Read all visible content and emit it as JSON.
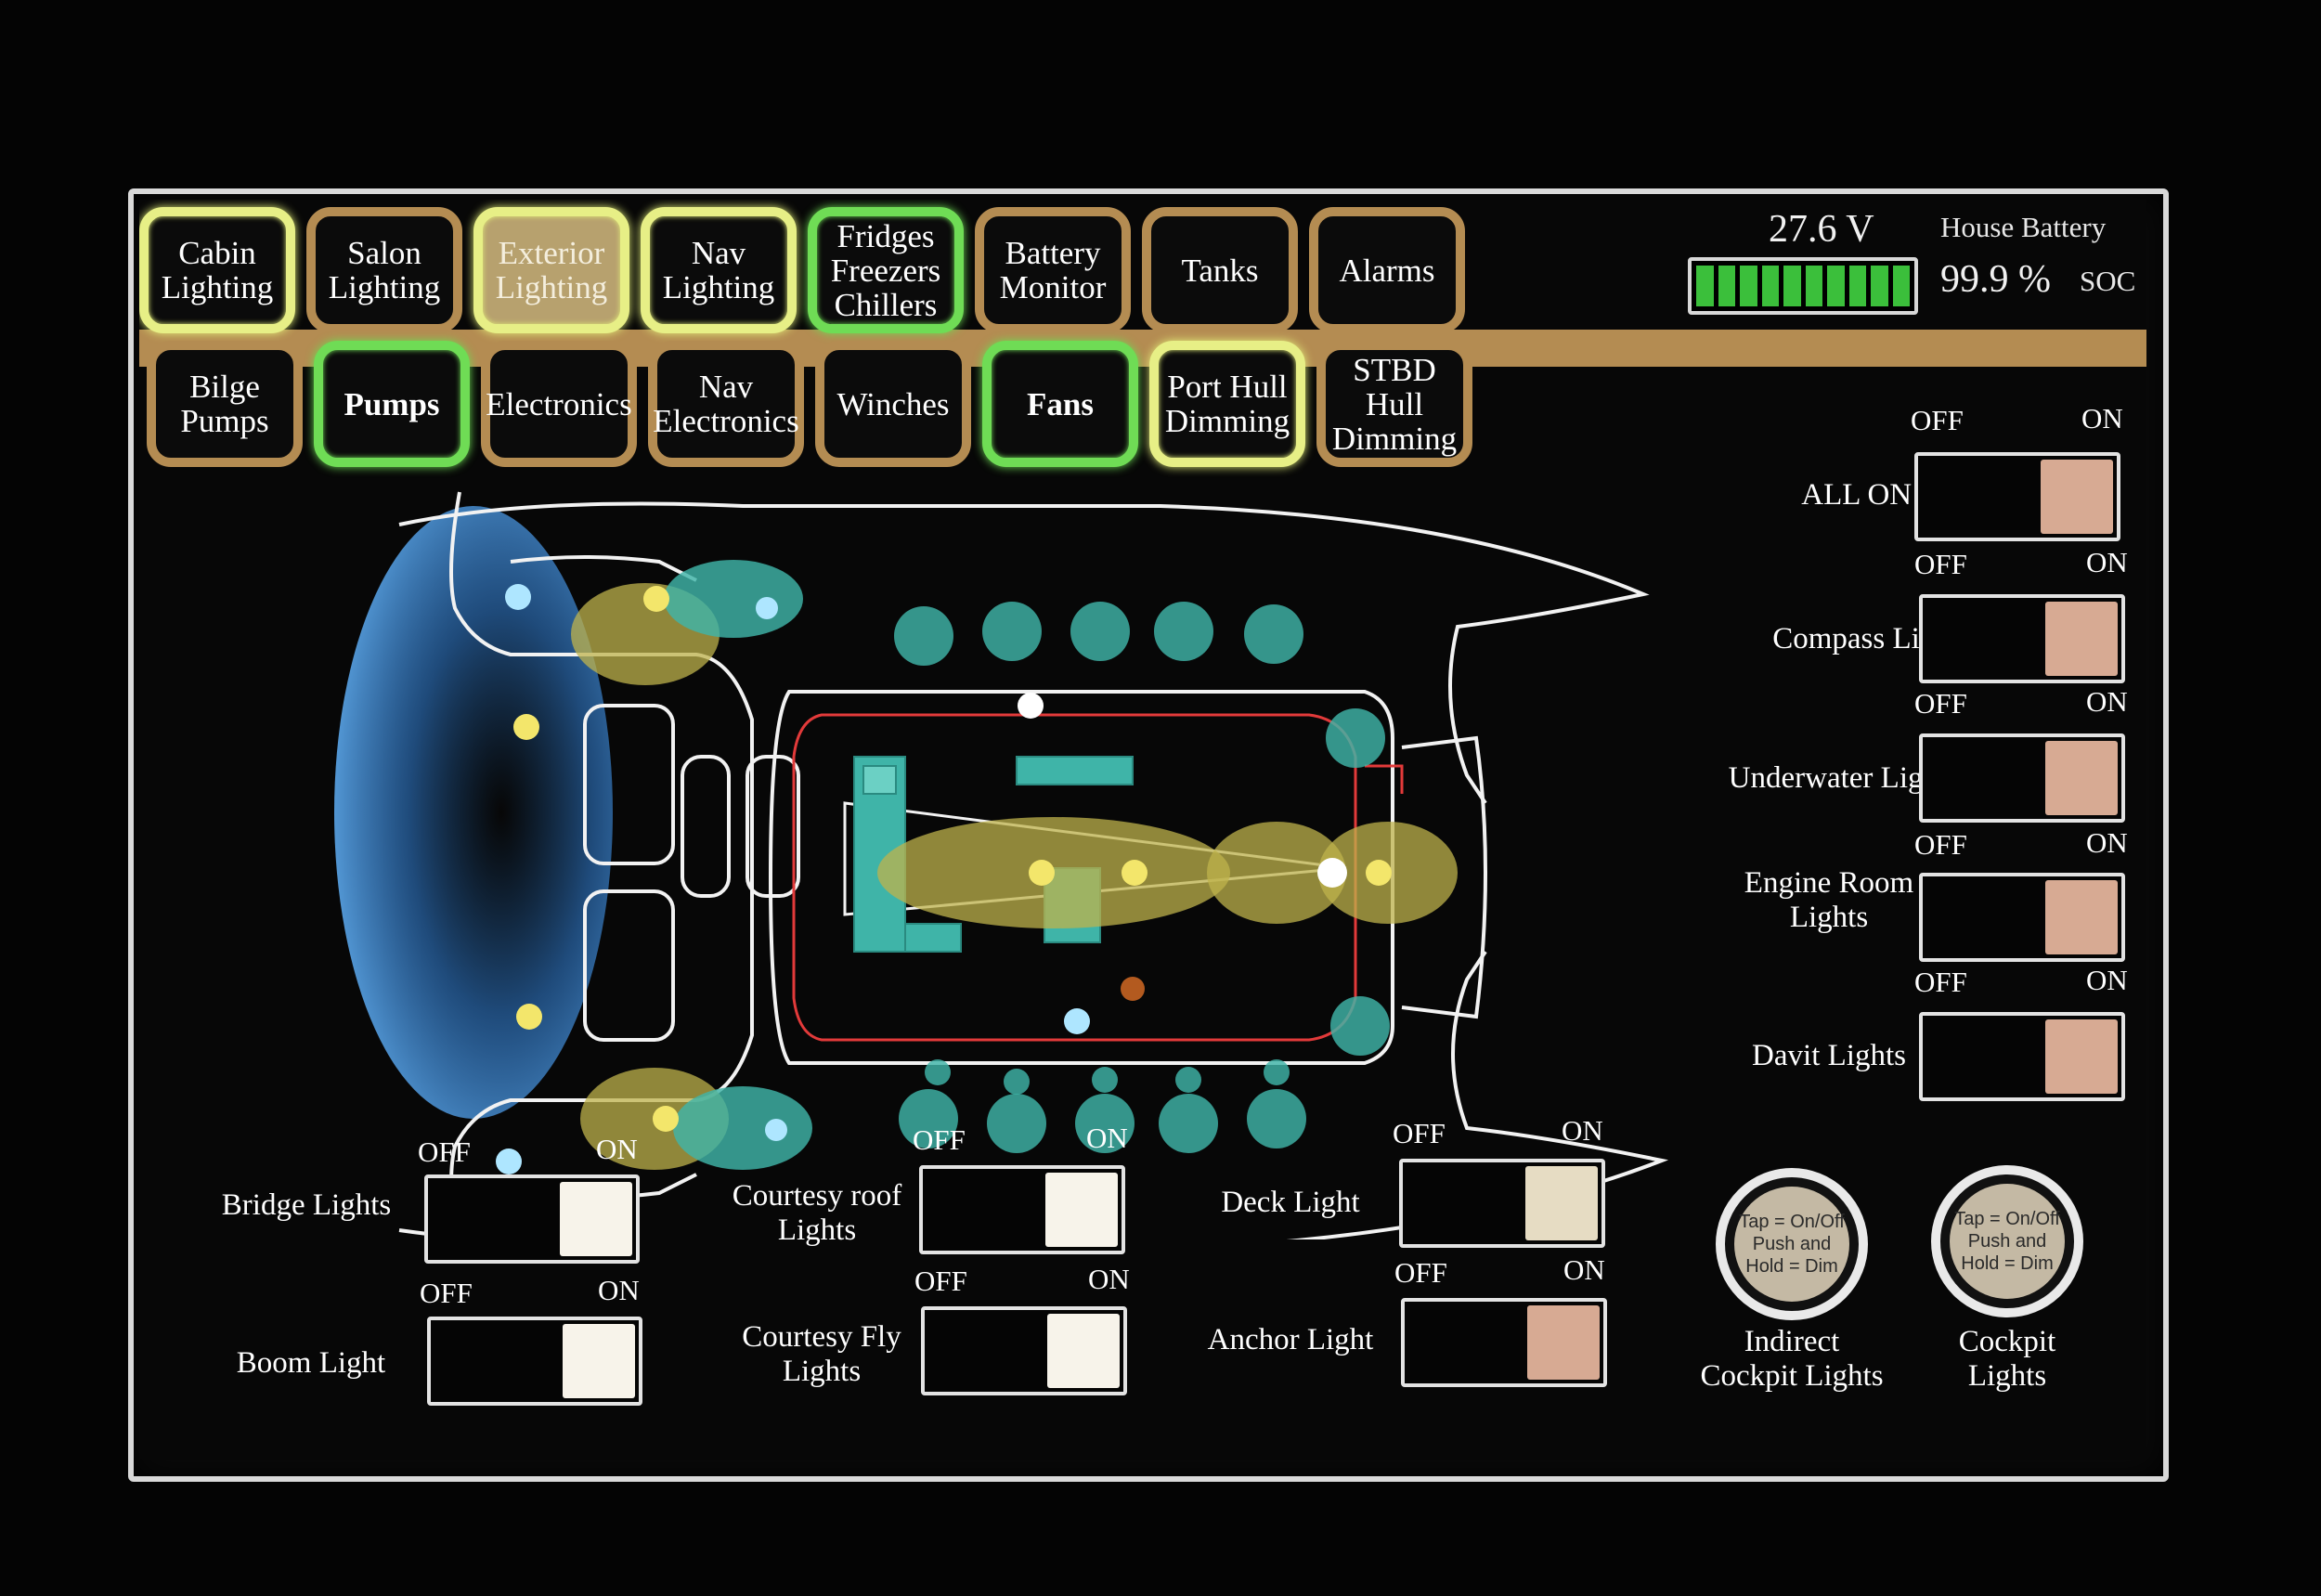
{
  "nav_row1": [
    {
      "label": "Cabin\nLighting",
      "state": "active-yellow"
    },
    {
      "label": "Salon\nLighting",
      "state": "normal"
    },
    {
      "label": "Exterior\nLighting",
      "state": "selected"
    },
    {
      "label": "Nav\nLighting",
      "state": "active-yellow"
    },
    {
      "label": "Fridges\nFreezers\nChillers",
      "state": "active-green"
    },
    {
      "label": "Battery\nMonitor",
      "state": "normal"
    },
    {
      "label": "Tanks",
      "state": "normal"
    },
    {
      "label": "Alarms",
      "state": "normal"
    }
  ],
  "nav_row2": [
    {
      "label": "Bilge\nPumps",
      "state": "normal"
    },
    {
      "label": "Pumps",
      "state": "active-green"
    },
    {
      "label": "Electronics",
      "state": "normal"
    },
    {
      "label": "Nav\nElectronics",
      "state": "normal"
    },
    {
      "label": "Winches",
      "state": "normal"
    },
    {
      "label": "Fans",
      "state": "active-green"
    },
    {
      "label": "Port Hull\nDimming",
      "state": "active-yellow"
    },
    {
      "label": "STBD\nHull\nDimming",
      "state": "normal"
    }
  ],
  "battery": {
    "voltage": "27.6 V",
    "label": "House Battery",
    "percent": "99.9 %",
    "soc_label": "SOC",
    "level": 0.999
  },
  "right_toggles": [
    {
      "label": "ALL ON / Off",
      "off": "OFF",
      "on": "ON",
      "knob": "pink"
    },
    {
      "label": "Compass Light",
      "off": "OFF",
      "on": "ON",
      "knob": "pink"
    },
    {
      "label": "Underwater Lights",
      "off": "OFF",
      "on": "ON",
      "knob": "pink"
    },
    {
      "label": "Engine Room\nLights",
      "off": "OFF",
      "on": "ON",
      "knob": "pink"
    },
    {
      "label": "Davit Lights",
      "off": "OFF",
      "on": "ON",
      "knob": "pink"
    }
  ],
  "bottom_toggles": [
    {
      "label": "Bridge Lights",
      "off": "OFF",
      "on": "ON",
      "knob": "white"
    },
    {
      "label": "Boom Light",
      "off": "OFF",
      "on": "ON",
      "knob": "white"
    },
    {
      "label": "Courtesy roof\nLights",
      "off": "OFF",
      "on": "ON",
      "knob": "white"
    },
    {
      "label": "Courtesy Fly\nLights",
      "off": "OFF",
      "on": "ON",
      "knob": "white"
    },
    {
      "label": "Deck Light",
      "off": "OFF",
      "on": "ON",
      "knob": "cream"
    },
    {
      "label": "Anchor Light",
      "off": "OFF",
      "on": "ON",
      "knob": "pink"
    }
  ],
  "round_buttons": [
    {
      "hint": "Tap = On/Off\nPush and\nHold = Dim",
      "label": "Indirect\nCockpit Lights"
    },
    {
      "hint": "Tap = On/Off\nPush and\nHold = Dim",
      "label": "Cockpit\nLights"
    }
  ],
  "colors": {
    "gold": "#b48c52",
    "active_yellow": "#e7ef86",
    "active_green": "#6fdc55",
    "teal": "#3fb4a8",
    "light_yellow": "#bfb34c",
    "knob_pink": "#d7aa93"
  }
}
